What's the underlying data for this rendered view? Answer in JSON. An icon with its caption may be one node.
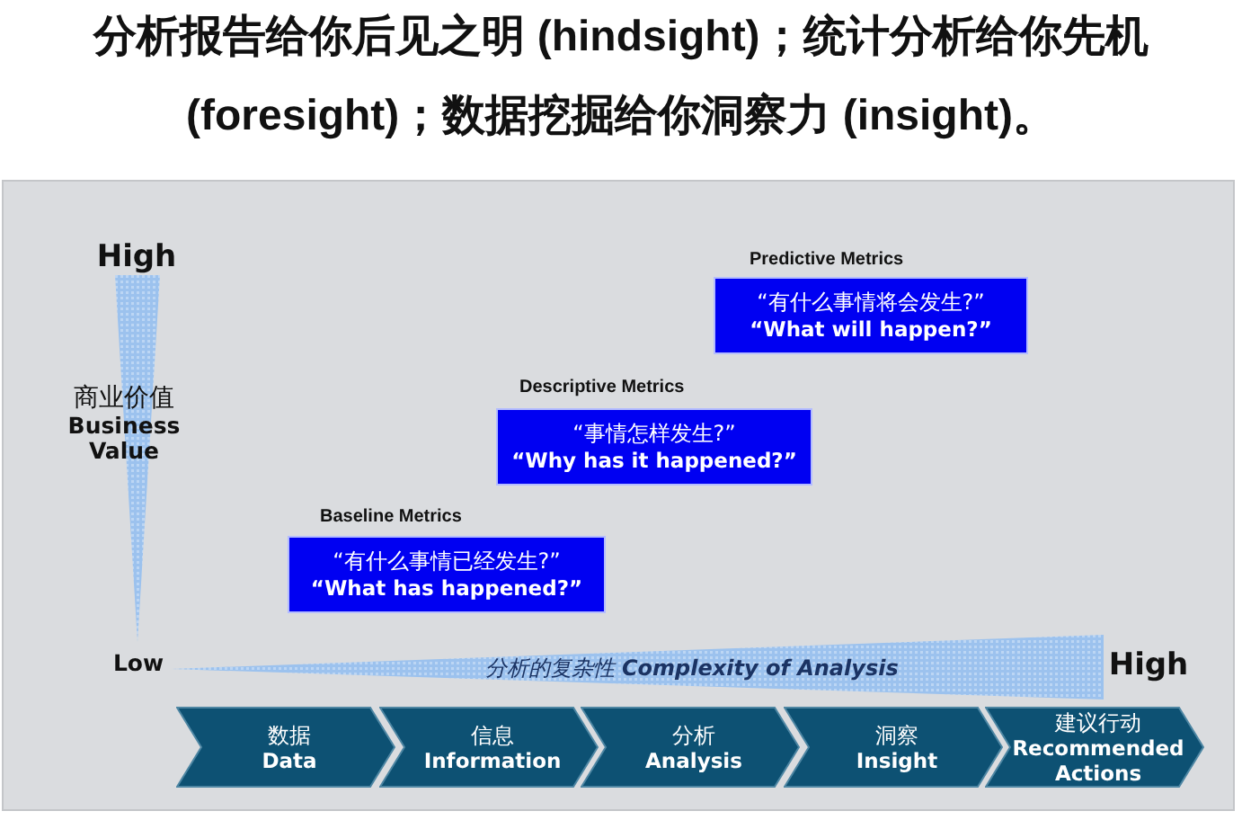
{
  "diagram": {
    "title": "分析报告给你后见之明 (hindsight)；统计分析给你先机 (foresight)；数据挖掘给你洞察力 (insight)。",
    "nodes": [
      {
        "text": [
          "商业价值",
          "Business Value"
        ],
        "beside": [
          "High"
        ]
      },
      {
        "text": [
          "Baseline Metrics",
          "“有什么事情已经发生?”",
          "“What has happened?”"
        ]
      },
      {
        "text": [
          "Descriptive Metrics",
          "“事情怎样发生?”",
          "“Why has it happened?”"
        ]
      },
      {
        "text": [
          "Predictive Metrics",
          "“有什么事情将会发生?”",
          "“What will happen?”"
        ]
      },
      {
        "text": [
          "分析的复杂性 **Complexity of Analysis**"
        ],
        "beside": [
          "High"
        ]
      },
      {
        "text": [
          "数据",
          "Data"
        ]
      },
      {
        "text": [
          "信息",
          "Information"
        ]
      },
      {
        "text": [
          "分析",
          "Analysis"
        ]
      },
      {
        "text": [
          "洞察",
          "Insight"
        ]
      },
      {
        "text": [
          "建议行动",
          "Recommended Actions"
        ]
      }
    ],
    "labels": [
      "Low"
    ]
  }
}
